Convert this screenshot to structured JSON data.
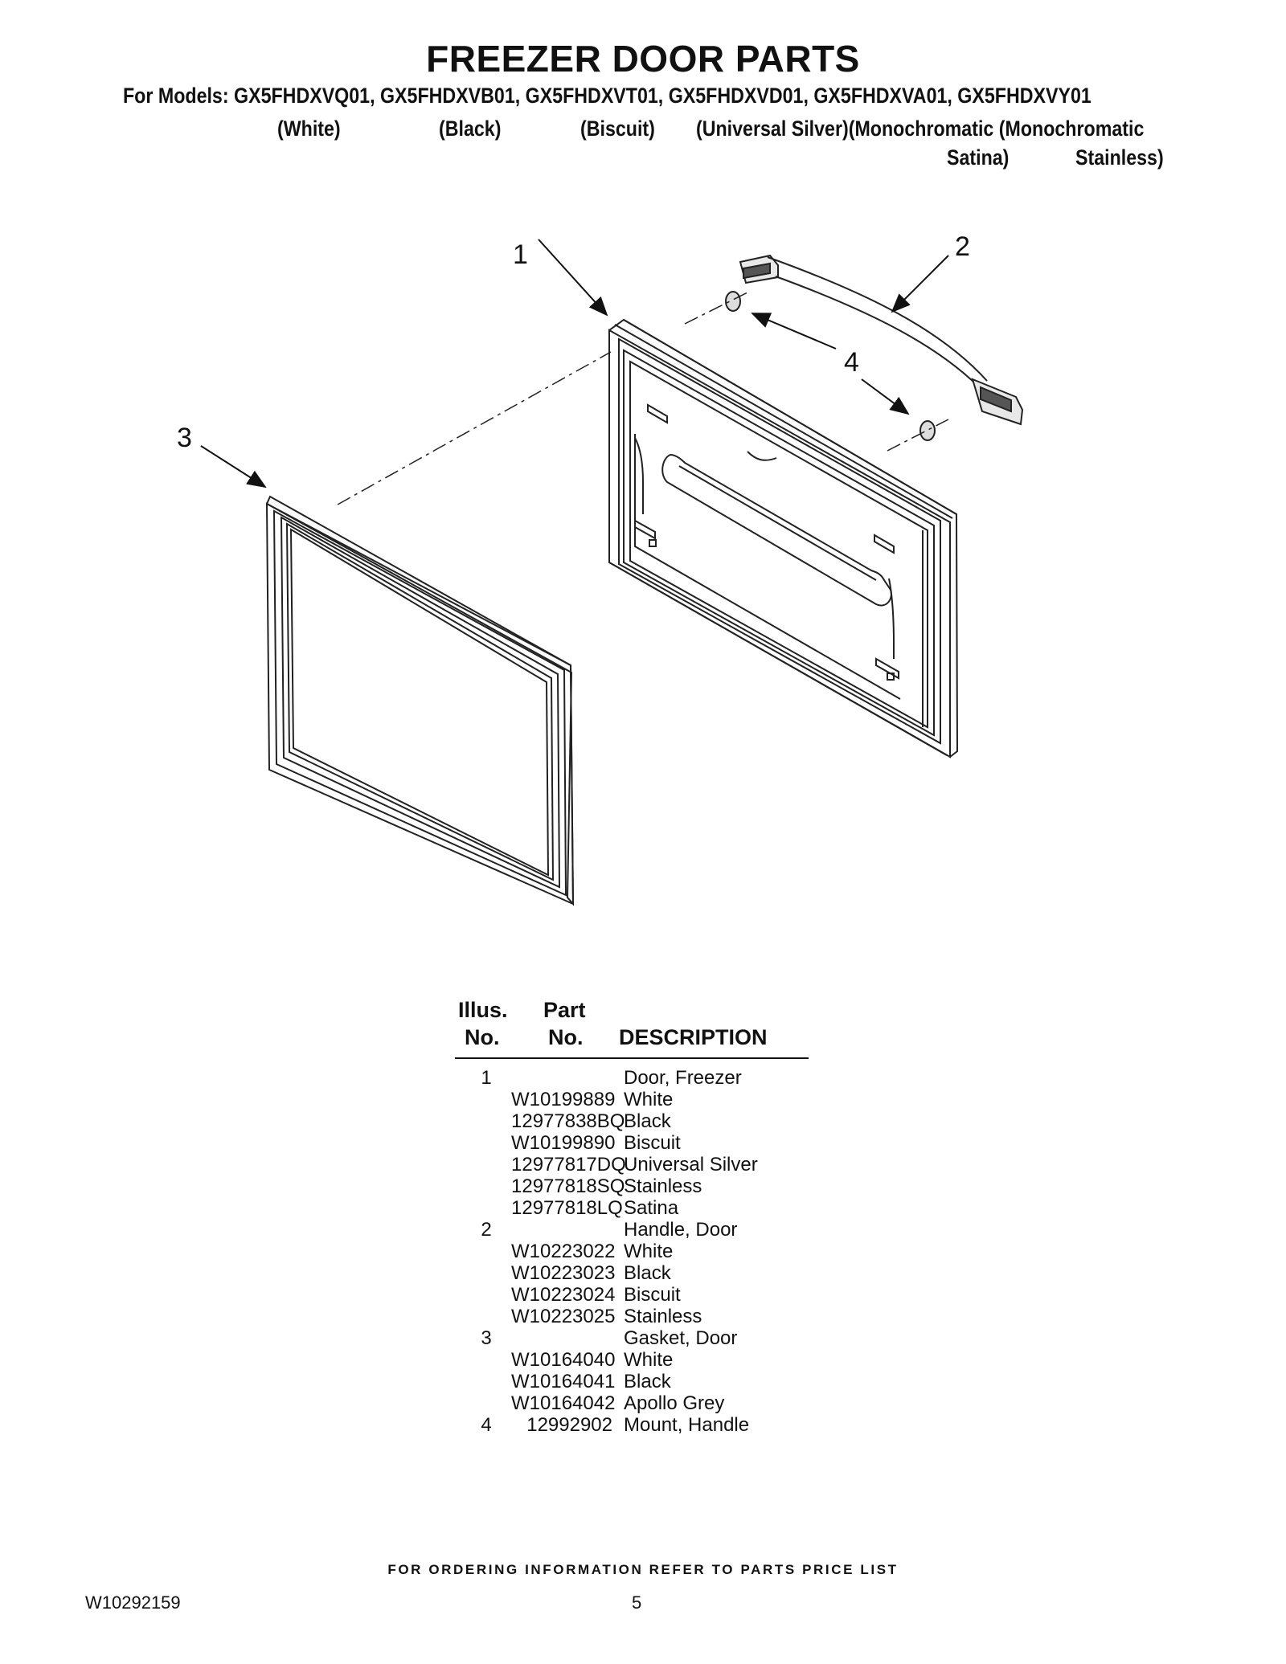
{
  "title": "FREEZER DOOR PARTS",
  "models_line": "For Models: GX5FHDXVQ01, GX5FHDXVB01, GX5FHDXVT01, GX5FHDXVD01, GX5FHDXVA01, GX5FHDXVY01",
  "variants": {
    "white": "(White)",
    "black": "(Black)",
    "biscuit": "(Biscuit)",
    "silver_mono": "(Universal Silver)(Monochromatic (Monochromatic",
    "satina": "Satina)",
    "stainless": "Stainless)"
  },
  "callouts": {
    "c1": "1",
    "c2": "2",
    "c3": "3",
    "c4": "4"
  },
  "table": {
    "head_illus_1": "Illus.",
    "head_illus_2": "No.",
    "head_part_1": "Part",
    "head_part_2": "No.",
    "head_desc": "DESCRIPTION",
    "rows": [
      {
        "illus": "1",
        "part": "",
        "desc": "Door, Freezer"
      },
      {
        "illus": "",
        "part": "W10199889",
        "desc": "White"
      },
      {
        "illus": "",
        "part": "12977838BQ",
        "desc": "Black"
      },
      {
        "illus": "",
        "part": "W10199890",
        "desc": "Biscuit"
      },
      {
        "illus": "",
        "part": "12977817DQ",
        "desc": "Universal Silver"
      },
      {
        "illus": "",
        "part": "12977818SQ",
        "desc": "Stainless"
      },
      {
        "illus": "",
        "part": "12977818LQ",
        "desc": "Satina"
      },
      {
        "illus": "2",
        "part": "",
        "desc": "Handle, Door"
      },
      {
        "illus": "",
        "part": "W10223022",
        "desc": "White"
      },
      {
        "illus": "",
        "part": "W10223023",
        "desc": "Black"
      },
      {
        "illus": "",
        "part": "W10223024",
        "desc": "Biscuit"
      },
      {
        "illus": "",
        "part": "W10223025",
        "desc": "Stainless"
      },
      {
        "illus": "3",
        "part": "",
        "desc": "Gasket, Door"
      },
      {
        "illus": "",
        "part": "W10164040",
        "desc": "White"
      },
      {
        "illus": "",
        "part": "W10164041",
        "desc": "Black"
      },
      {
        "illus": "",
        "part": "W10164042",
        "desc": "Apollo Grey"
      },
      {
        "illus": "4",
        "part": "12992902",
        "desc": "Mount, Handle"
      }
    ]
  },
  "footer_note": "FOR ORDERING INFORMATION REFER TO PARTS PRICE LIST",
  "doc_number": "W10292159",
  "page_number": "5"
}
